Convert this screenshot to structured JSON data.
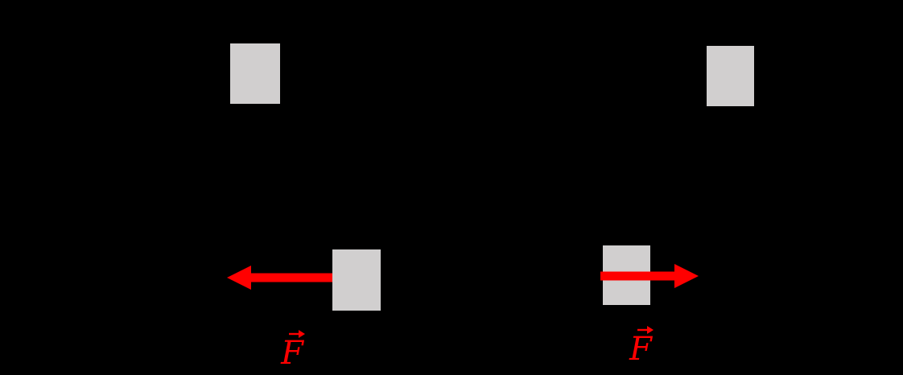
{
  "colors": {
    "background": "#000000",
    "block-fill": "#D1CFCF",
    "force-red": "#FF0000"
  },
  "blocks": [
    {
      "name": "top-left-block"
    },
    {
      "name": "top-right-block"
    },
    {
      "name": "bottom-left-block"
    },
    {
      "name": "bottom-right-block"
    }
  ],
  "forces": [
    {
      "label": "F",
      "direction": "left",
      "vector_arrow_icon": "→"
    },
    {
      "label": "F",
      "direction": "right",
      "vector_arrow_icon": "→"
    }
  ]
}
